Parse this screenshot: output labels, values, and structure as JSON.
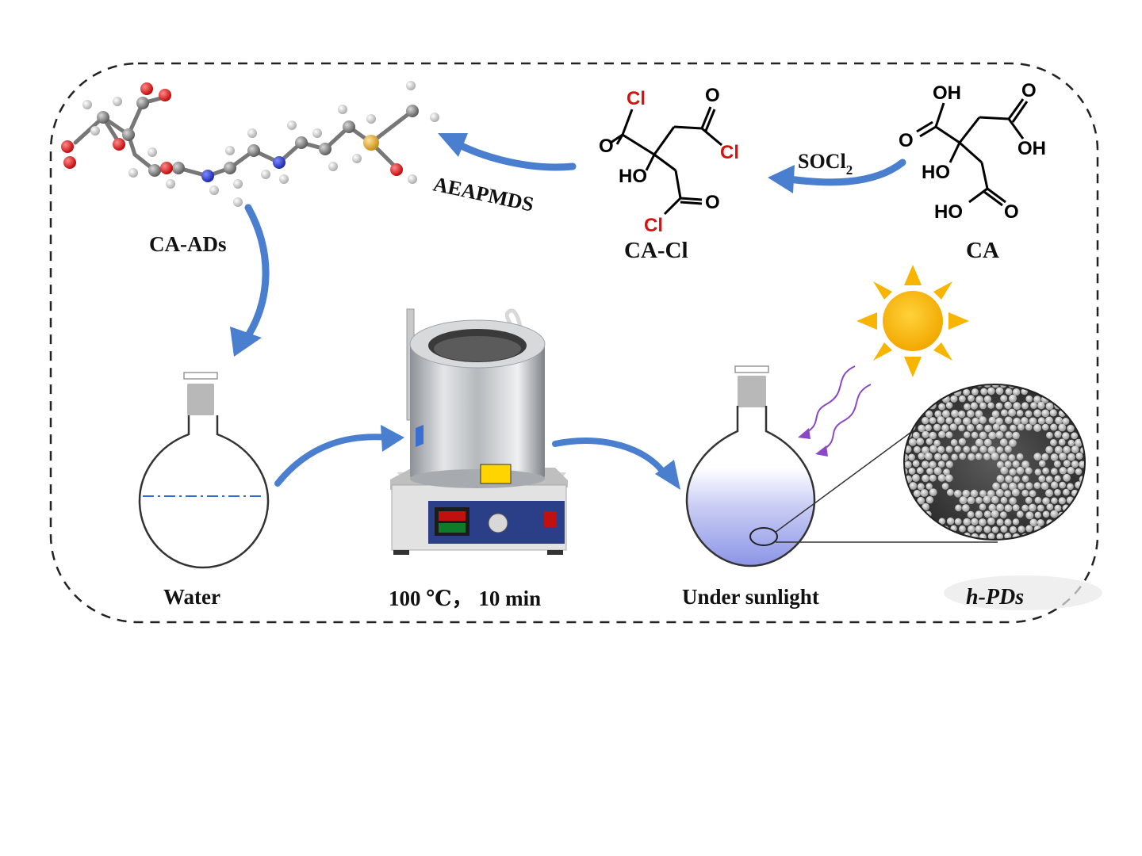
{
  "labels": {
    "ca_ads": "CA-ADs",
    "aeapmds": "AEAPMDS",
    "socl2_main": "SOCl",
    "socl2_sub": "2",
    "ca_cl": "CA-Cl",
    "ca": "CA",
    "water": "Water",
    "conditions": "100 ℃， 10 min",
    "sunlight": "Under sunlight",
    "product": "h-PDs"
  },
  "ca_cl_atoms": {
    "cl_top": "Cl",
    "o_top_right": "O",
    "o_left": "O",
    "cl_right": "Cl",
    "ho": "HO",
    "cl_bottom": "Cl",
    "o_bottom": "O"
  },
  "ca_atoms": {
    "oh_top": "OH",
    "o_top_right": "O",
    "o_left": "O",
    "oh_right": "OH",
    "ho_mid": "HO",
    "ho_bottom": "HO",
    "o_bottom": "O"
  },
  "colors": {
    "arrow_blue": "#4a7fd0",
    "sun_yellow": "#f7b500",
    "chlorine_red": "#d81010",
    "light_purple": "#8a48c8",
    "solution_blue": "#8f98e8",
    "frame": "#222222"
  },
  "icons": {
    "molecule": "ball-and-stick-molecule",
    "heater": "oil-bath-heater-icon",
    "flask": "round-bottom-flask-icon",
    "sun": "sun-icon",
    "micrograph": "tem-micrograph"
  }
}
